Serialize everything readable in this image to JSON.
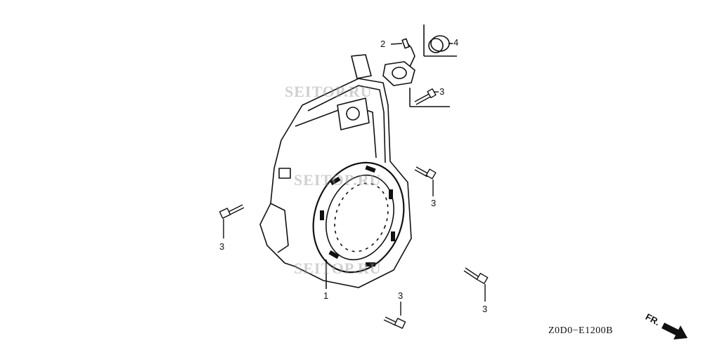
{
  "diagram": {
    "part_labels": [
      {
        "id": "label-2",
        "text": "2"
      },
      {
        "id": "label-4",
        "text": "4"
      },
      {
        "id": "label-3a",
        "text": "3"
      },
      {
        "id": "label-3b",
        "text": "3"
      },
      {
        "id": "label-3c",
        "text": "3"
      },
      {
        "id": "label-1",
        "text": "1"
      },
      {
        "id": "label-3d",
        "text": "3"
      },
      {
        "id": "label-3e",
        "text": "3"
      }
    ],
    "diagram_code": "Z0D0−E1200B",
    "front_indicator": "FR.",
    "watermark": "SEITOP.RU",
    "line_color": "#111111"
  }
}
